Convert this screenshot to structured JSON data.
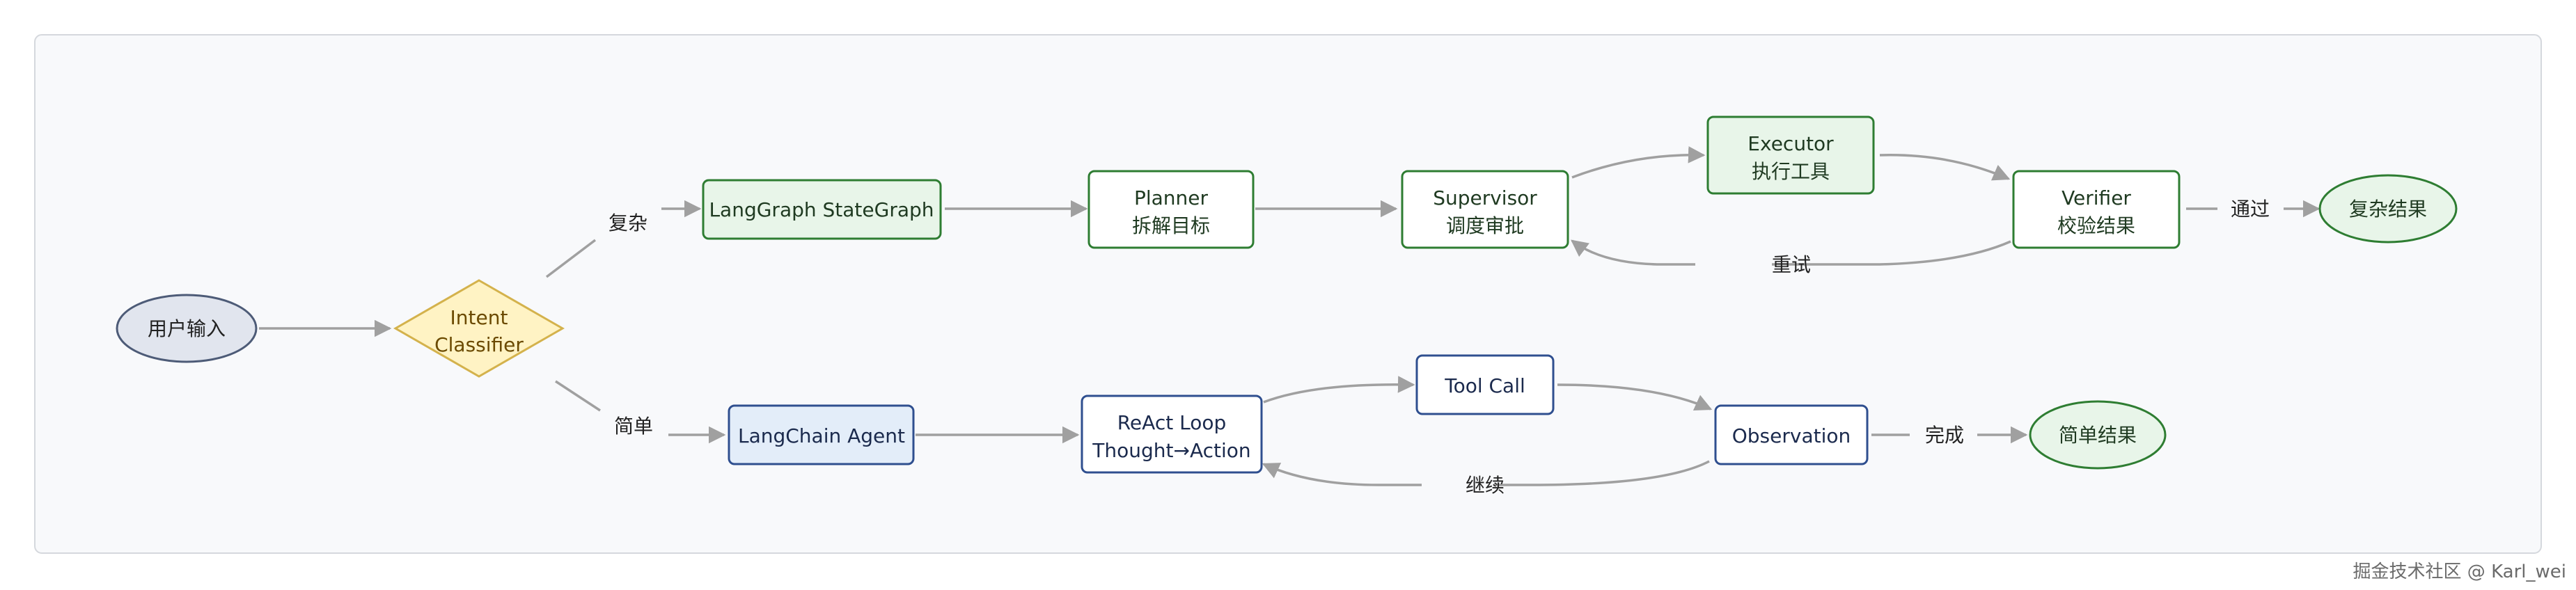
{
  "nodes": {
    "user_input": {
      "lines": [
        "用户输入"
      ]
    },
    "intent": {
      "lines": [
        "Intent",
        "Classifier"
      ]
    },
    "langgraph": {
      "lines": [
        "LangGraph StateGraph"
      ]
    },
    "planner": {
      "lines": [
        "Planner",
        "拆解目标"
      ]
    },
    "supervisor": {
      "lines": [
        "Supervisor",
        "调度审批"
      ]
    },
    "executor": {
      "lines": [
        "Executor",
        "执行工具"
      ]
    },
    "verifier": {
      "lines": [
        "Verifier",
        "校验结果"
      ]
    },
    "complex_result": {
      "lines": [
        "复杂结果"
      ]
    },
    "langchain": {
      "lines": [
        "LangChain Agent"
      ]
    },
    "react": {
      "lines": [
        "ReAct Loop",
        "Thought→Action"
      ]
    },
    "toolcall": {
      "lines": [
        "Tool Call"
      ]
    },
    "observation": {
      "lines": [
        "Observation"
      ]
    },
    "simple_result": {
      "lines": [
        "简单结果"
      ]
    }
  },
  "edge_labels": {
    "complex": "复杂",
    "simple": "简单",
    "retry": "重试",
    "pass": "通过",
    "continue": "继续",
    "done": "完成"
  },
  "colors": {
    "green_fill": "#e8f5e9",
    "green_stroke": "#2e7d32",
    "blue_fill": "#e3edf9",
    "blue_stroke": "#2f4f8f",
    "neutral_fill": "#e1e5ee",
    "neutral_stroke": "#4d5b77",
    "diamond_fill": "#fff3c4",
    "diamond_stroke": "#d4b24c",
    "diamond_text": "#6b4a00",
    "edge": "#a0a0a0",
    "panel_bg": "#f8f9fb",
    "panel_border": "#d5d8dd"
  },
  "watermark": "掘金技术社区 @ Karl_wei"
}
